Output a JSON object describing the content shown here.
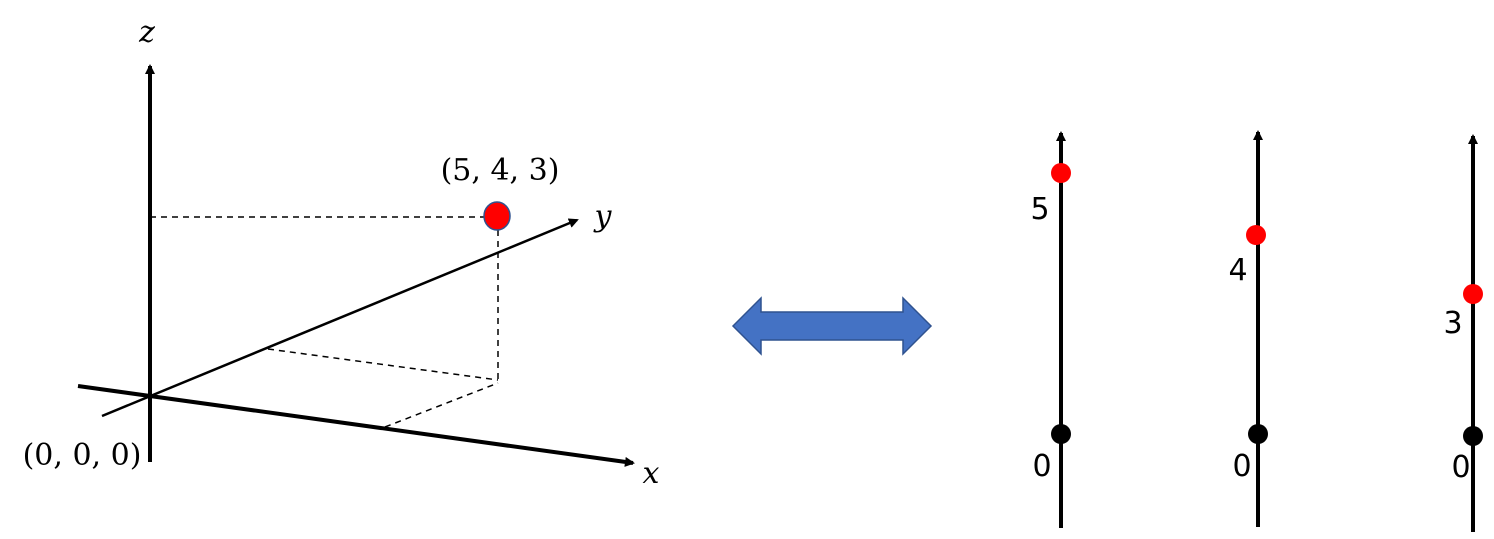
{
  "left_diagram": {
    "axis_labels": {
      "x": "x",
      "y": "y",
      "z": "z"
    },
    "origin_label": "(0, 0, 0)",
    "point_label": "(5, 4, 3)",
    "point": {
      "x": 5,
      "y": 4,
      "z": 3
    }
  },
  "double_arrow": {
    "color": "#4472C4",
    "stroke": "#2F528F"
  },
  "number_lines": [
    {
      "origin_label": "0",
      "value_label": "5",
      "value": 5
    },
    {
      "origin_label": "0",
      "value_label": "4",
      "value": 4
    },
    {
      "origin_label": "0",
      "value_label": "3",
      "value": 3
    }
  ],
  "colors": {
    "point": "#FF0000",
    "origin_dot": "#000000",
    "axis": "#000000",
    "point_outline": "#2F528F"
  }
}
